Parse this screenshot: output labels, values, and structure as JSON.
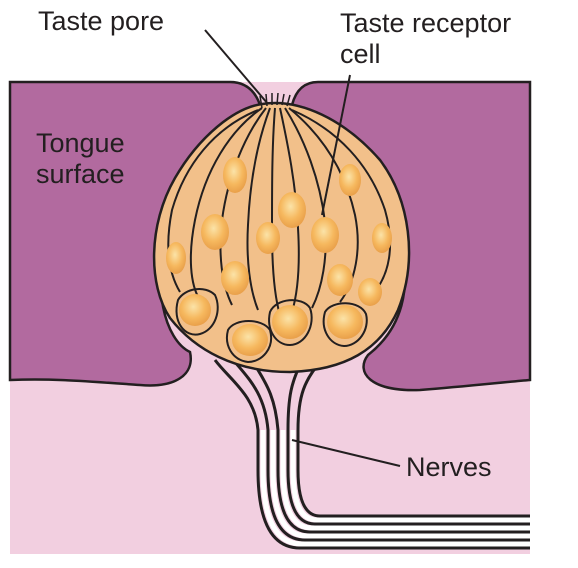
{
  "labels": {
    "taste_pore": "Taste pore",
    "taste_receptor_line1": "Taste receptor",
    "taste_receptor_line2": "cell",
    "tongue_line1": "Tongue",
    "tongue_line2": "surface",
    "nerves": "Nerves"
  },
  "colors": {
    "tongue_surface": "#b26a9f",
    "deep_tissue": "#f2cfe0",
    "taste_bud": "#f2c08a",
    "cell_nucleus": "#f6b45a",
    "outline": "#231f20"
  }
}
